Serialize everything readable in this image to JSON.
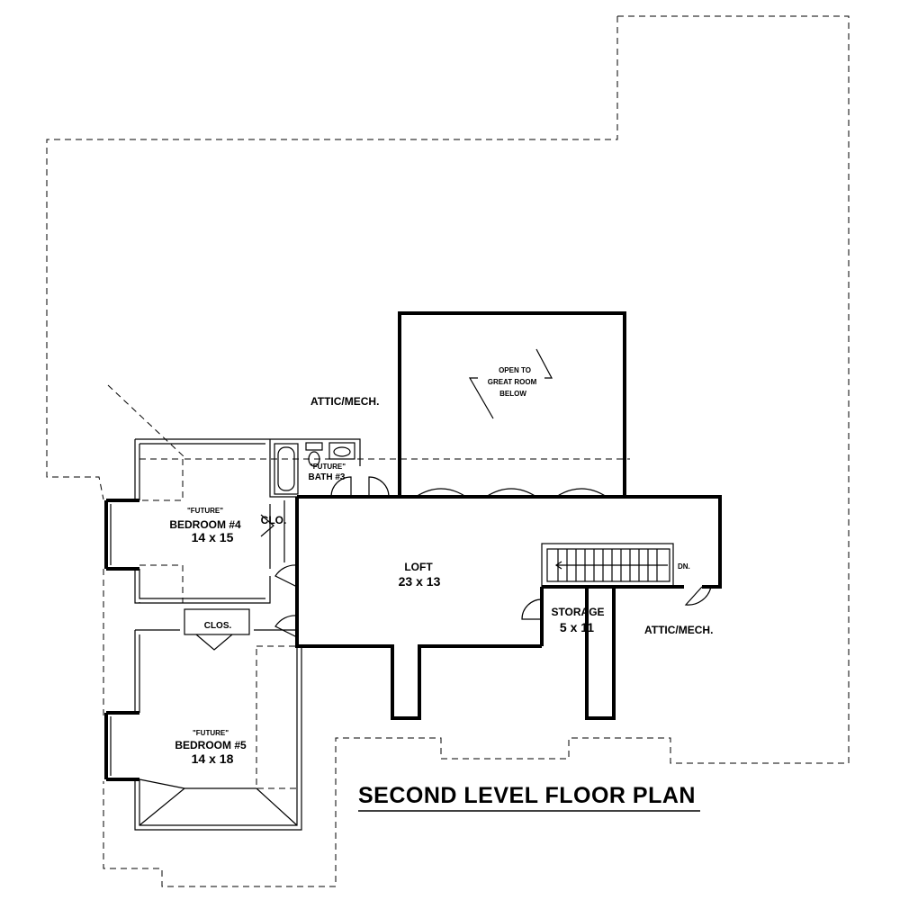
{
  "title": "SECOND LEVEL FLOOR PLAN",
  "rooms": {
    "attic_top": "ATTIC/MECH.",
    "attic_right": "ATTIC/MECH.",
    "open_line1": "OPEN TO",
    "open_line2": "GREAT ROOM",
    "open_line3": "BELOW",
    "bath_future": "\"FUTURE\"",
    "bath_name": "BATH #3",
    "bed4_future": "\"FUTURE\"",
    "bed4_name": "BEDROOM #4",
    "bed4_size": "14 x 15",
    "clo": "CLO.",
    "closet": "CLOS.",
    "loft_name": "LOFT",
    "loft_size": "23 x 13",
    "storage_name": "STORAGE",
    "storage_size": "5 x 11",
    "stair_dn": "DN.",
    "bed5_future": "\"FUTURE\"",
    "bed5_name": "BEDROOM #5",
    "bed5_size": "14 x 18"
  }
}
